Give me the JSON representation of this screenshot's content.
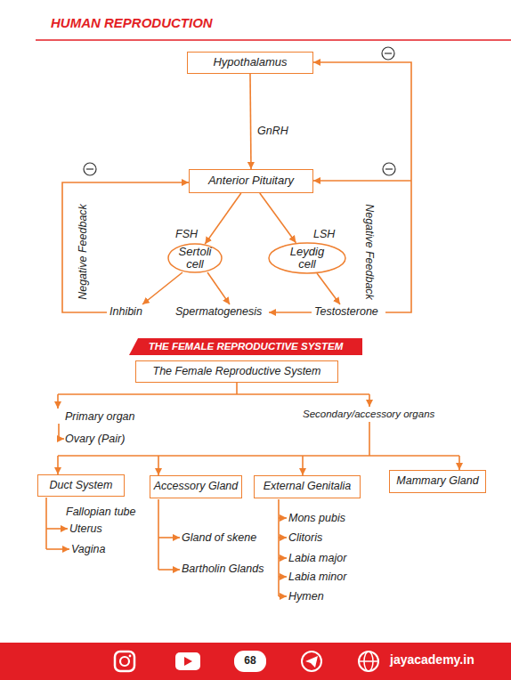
{
  "diagram": {
    "title": "HUMAN REPRODUCTION",
    "nodes": [
      {
        "text": [
          "Hypothalamus"
        ]
      },
      {
        "text": [
          "Anterior Pituitary"
        ]
      },
      {
        "text": [
          "Sertoli cell"
        ]
      },
      {
        "text": [
          "Leydig cell"
        ]
      },
      {
        "text": [
          "THE FEMALE REPRODUCTIVE SYSTEM"
        ]
      },
      {
        "text": [
          "The Female Reproductive System"
        ]
      },
      {
        "text": [
          "Duct System"
        ]
      },
      {
        "text": [
          "Accessory Gland"
        ]
      },
      {
        "text": [
          "External Genitalia"
        ]
      },
      {
        "text": [
          "Mammary Gland"
        ]
      },
      {
        "text": [
          "jayacademy.in"
        ]
      },
      {
        "text": [
          "68"
        ],
        "in": 10
      }
    ],
    "edges": [
      {
        "from": 0,
        "to": 1,
        "arrow": "to",
        "label": "GnRH"
      },
      {
        "from": 1,
        "to": 2,
        "arrow": "to",
        "label": "FSH"
      },
      {
        "from": 1,
        "to": 3,
        "arrow": "to",
        "label": "LSH"
      }
    ],
    "labels": [
      "Negative Feedback",
      "Negative Feedback",
      "Inhibin",
      "Spermatogenesis",
      "Testosterone",
      "Primary organ",
      "Ovary (Pair)",
      "Secondary/accessory organs",
      "Fallopian tube",
      "Uterus",
      "Vagina",
      "Gland of skene",
      "Bartholin Glands",
      "Mons pubis",
      "Clitoris",
      "Labia major",
      "Labia minor",
      "Hymen"
    ]
  }
}
